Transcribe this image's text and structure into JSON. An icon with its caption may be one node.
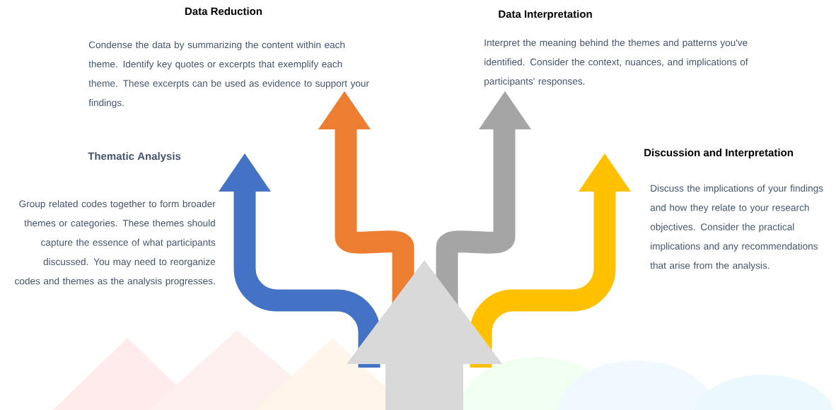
{
  "diagram": {
    "labels": [
      "Data Reduction",
      "Condense the data by summarizing the content within each theme. Identify key quotes or excerpts that exemplify each theme. These excerpts can be used as evidence to support your findings.",
      "Data Interpretation",
      "Interpret the meaning behind the themes and patterns you've identified. Consider the context, nuances, and implications of participants' responses.",
      "Thematic Analysis",
      "Group related codes together to form broader themes or categories. These themes should capture the essence of what participants discussed. You may need to reorganize codes and themes as the analysis progresses.",
      "Discussion and Interpretation",
      "Discuss the implications of your findings and how they relate to your research objectives. Consider the practical implications and any recommendations that arise from the analysis."
    ]
  }
}
